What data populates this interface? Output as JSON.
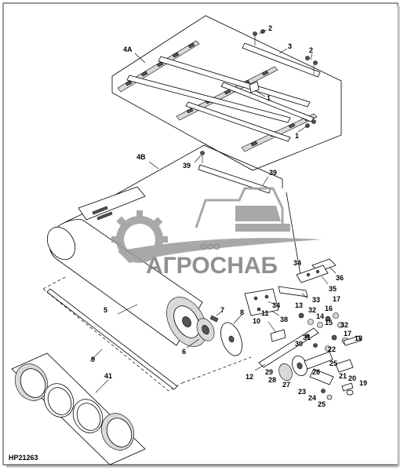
{
  "figure_id": "HP21263",
  "watermark": {
    "top_text": "ООО",
    "brand": "АГРОСНАБ"
  },
  "labels": [
    {
      "id": "l-2a",
      "text": "2"
    },
    {
      "id": "l-3",
      "text": "3"
    },
    {
      "id": "l-4a",
      "text": "4A"
    },
    {
      "id": "l-2b",
      "text": "2"
    },
    {
      "id": "l-1a",
      "text": "1"
    },
    {
      "id": "l-1b",
      "text": "1"
    },
    {
      "id": "l-4b",
      "text": "4B"
    },
    {
      "id": "l-39a",
      "text": "39"
    },
    {
      "id": "l-39b",
      "text": "39"
    },
    {
      "id": "l-34a",
      "text": "34"
    },
    {
      "id": "l-36",
      "text": "36"
    },
    {
      "id": "l-35",
      "text": "35"
    },
    {
      "id": "l-34b",
      "text": "34"
    },
    {
      "id": "l-33",
      "text": "33"
    },
    {
      "id": "l-13",
      "text": "13"
    },
    {
      "id": "l-17a",
      "text": "17"
    },
    {
      "id": "l-16",
      "text": "16"
    },
    {
      "id": "l-32a",
      "text": "32"
    },
    {
      "id": "l-14",
      "text": "14"
    },
    {
      "id": "l-15",
      "text": "15"
    },
    {
      "id": "l-32b",
      "text": "32"
    },
    {
      "id": "l-38",
      "text": "38"
    },
    {
      "id": "l-11",
      "text": "11"
    },
    {
      "id": "l-10",
      "text": "10"
    },
    {
      "id": "l-7",
      "text": "7"
    },
    {
      "id": "l-8",
      "text": "8"
    },
    {
      "id": "l-5",
      "text": "5"
    },
    {
      "id": "l-6",
      "text": "6"
    },
    {
      "id": "l-31",
      "text": "31"
    },
    {
      "id": "l-30",
      "text": "30"
    },
    {
      "id": "l-22",
      "text": "22"
    },
    {
      "id": "l-17b",
      "text": "17"
    },
    {
      "id": "l-18",
      "text": "18"
    },
    {
      "id": "l-25a",
      "text": "25"
    },
    {
      "id": "l-26",
      "text": "26"
    },
    {
      "id": "l-29",
      "text": "29"
    },
    {
      "id": "l-27",
      "text": "27"
    },
    {
      "id": "l-28",
      "text": "28"
    },
    {
      "id": "l-12",
      "text": "12"
    },
    {
      "id": "l-21",
      "text": "21"
    },
    {
      "id": "l-20",
      "text": "20"
    },
    {
      "id": "l-19",
      "text": "19"
    },
    {
      "id": "l-23",
      "text": "23"
    },
    {
      "id": "l-24",
      "text": "24"
    },
    {
      "id": "l-25b",
      "text": "25"
    },
    {
      "id": "l-9",
      "text": "9"
    },
    {
      "id": "l-41",
      "text": "41"
    }
  ]
}
